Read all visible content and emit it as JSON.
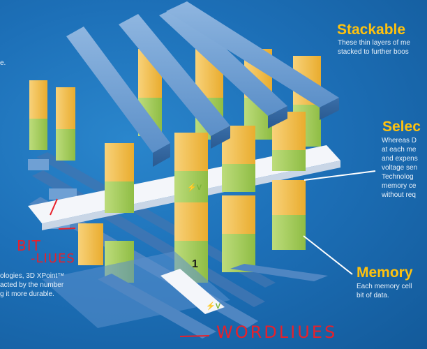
{
  "left_texts": {
    "top_fragment": "e.",
    "bottom_line1": "ologies, 3D XPoint™",
    "bottom_line2": "acted by the number",
    "bottom_line3": "g it more durable."
  },
  "stackable": {
    "heading": "Stackable",
    "line1": "These thin layers of me",
    "line2": "stacked to further boos"
  },
  "selector": {
    "heading": "Selec",
    "line1": "Whereas D",
    "line2": "at each me",
    "line3": "and expens",
    "line4": "voltage sen",
    "line5": "Technolog",
    "line6": "memory ce",
    "line7": "without req"
  },
  "memory": {
    "heading": "Memory",
    "line1": "Each memory cell",
    "line2": "bit of data."
  },
  "cell_labels": {
    "cell_number": "1",
    "voltage_top": "⚡V",
    "voltage_bottom": "⚡V"
  },
  "annotations": {
    "bit": "BIT",
    "lines": "-LIUES",
    "wordlines": "WORDLIUES"
  },
  "colors": {
    "background": "#1b6ab0",
    "heading": "#ffc20e",
    "bar_blue": "#5b8fc8",
    "cell_yellow": "#f5c24a",
    "cell_green": "#a7cf5a",
    "annotation": "#e8202a"
  }
}
